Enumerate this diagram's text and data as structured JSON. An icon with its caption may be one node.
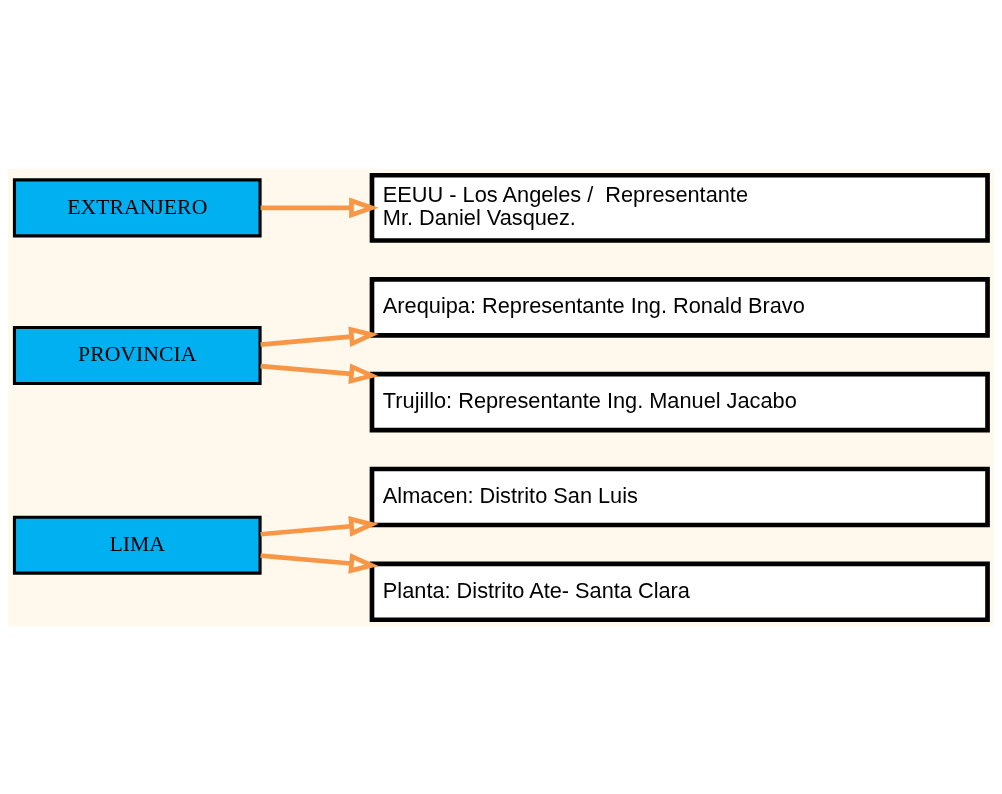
{
  "diagram": {
    "nodes": [
      {
        "text": [
          "Almacen: Distrito San Luis"
        ]
      },
      {
        "text": [
          "LIMA"
        ]
      },
      {
        "text": [
          "Planta: Distrito Ate- Santa Clara"
        ]
      },
      {
        "text": [
          "Arequipa: Representante Ing. Ronald Bravo"
        ]
      },
      {
        "text": [
          "PROVINCIA"
        ]
      },
      {
        "text": [
          "Trujillo: Representante Ing. Manuel Jacabo"
        ]
      },
      {
        "text": [
          "EXTRANJERO"
        ]
      },
      {
        "text": [
          "EEUU - Los Angeles /  Representante Mr. Daniel Vasquez."
        ]
      }
    ],
    "edges": [
      {
        "from": 1,
        "to": 0,
        "arrow": "to"
      },
      {
        "from": 1,
        "to": 2,
        "arrow": "to"
      },
      {
        "from": 4,
        "to": 3,
        "arrow": "to"
      },
      {
        "from": 4,
        "to": 5,
        "arrow": "to"
      },
      {
        "from": 6,
        "to": 7,
        "arrow": "to"
      }
    ]
  }
}
